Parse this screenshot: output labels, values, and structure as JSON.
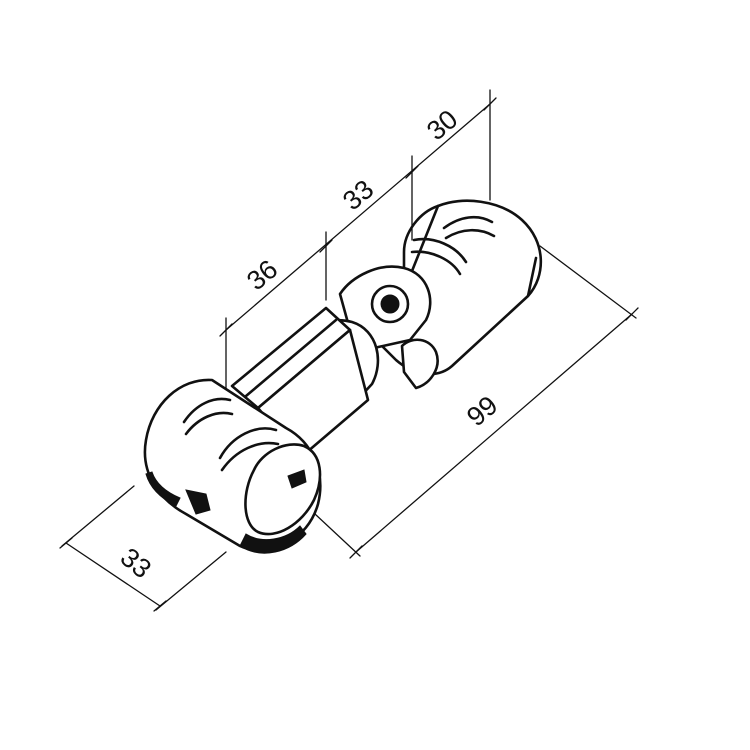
{
  "drawing": {
    "line_color": "#111111",
    "background": "#ffffff",
    "dimensions": {
      "segment_a": "36",
      "segment_b": "33",
      "segment_c": "30",
      "overall_length": "99",
      "diameter": "33"
    }
  }
}
